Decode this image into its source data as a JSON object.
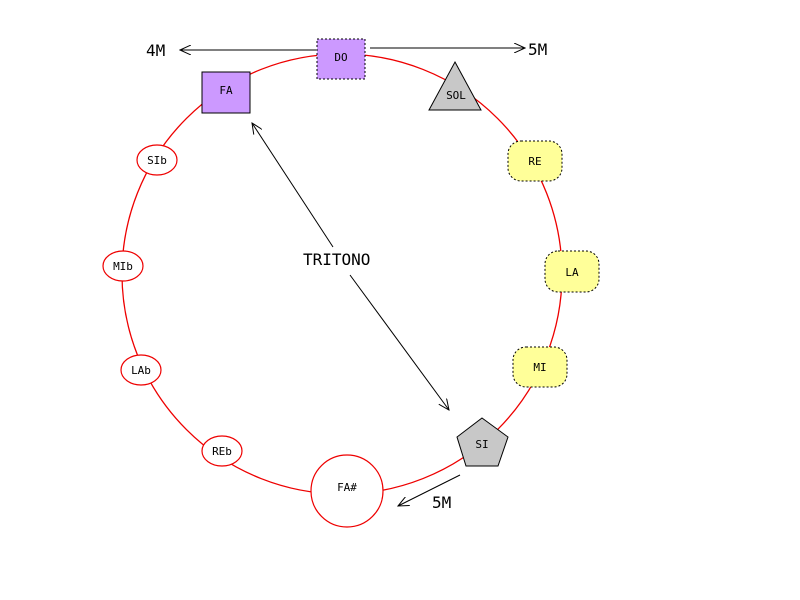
{
  "notes": {
    "do": "DO",
    "sol": "SOL",
    "re": "RE",
    "la": "LA",
    "mi": "MI",
    "si": "SI",
    "fa_sharp": "FA#",
    "re_flat": "REb",
    "la_flat": "LAb",
    "mi_flat": "MIb",
    "si_flat": "SIb",
    "fa": "FA"
  },
  "labels": {
    "left_arrow": "4M",
    "right_arrow": "5M",
    "bottom_arrow": "5M",
    "tritone": "TRITONO"
  },
  "colors": {
    "circle": "#ee0000",
    "purple": "#cc99ff",
    "gray": "#c8c8c8",
    "yellow": "#ffff99"
  }
}
